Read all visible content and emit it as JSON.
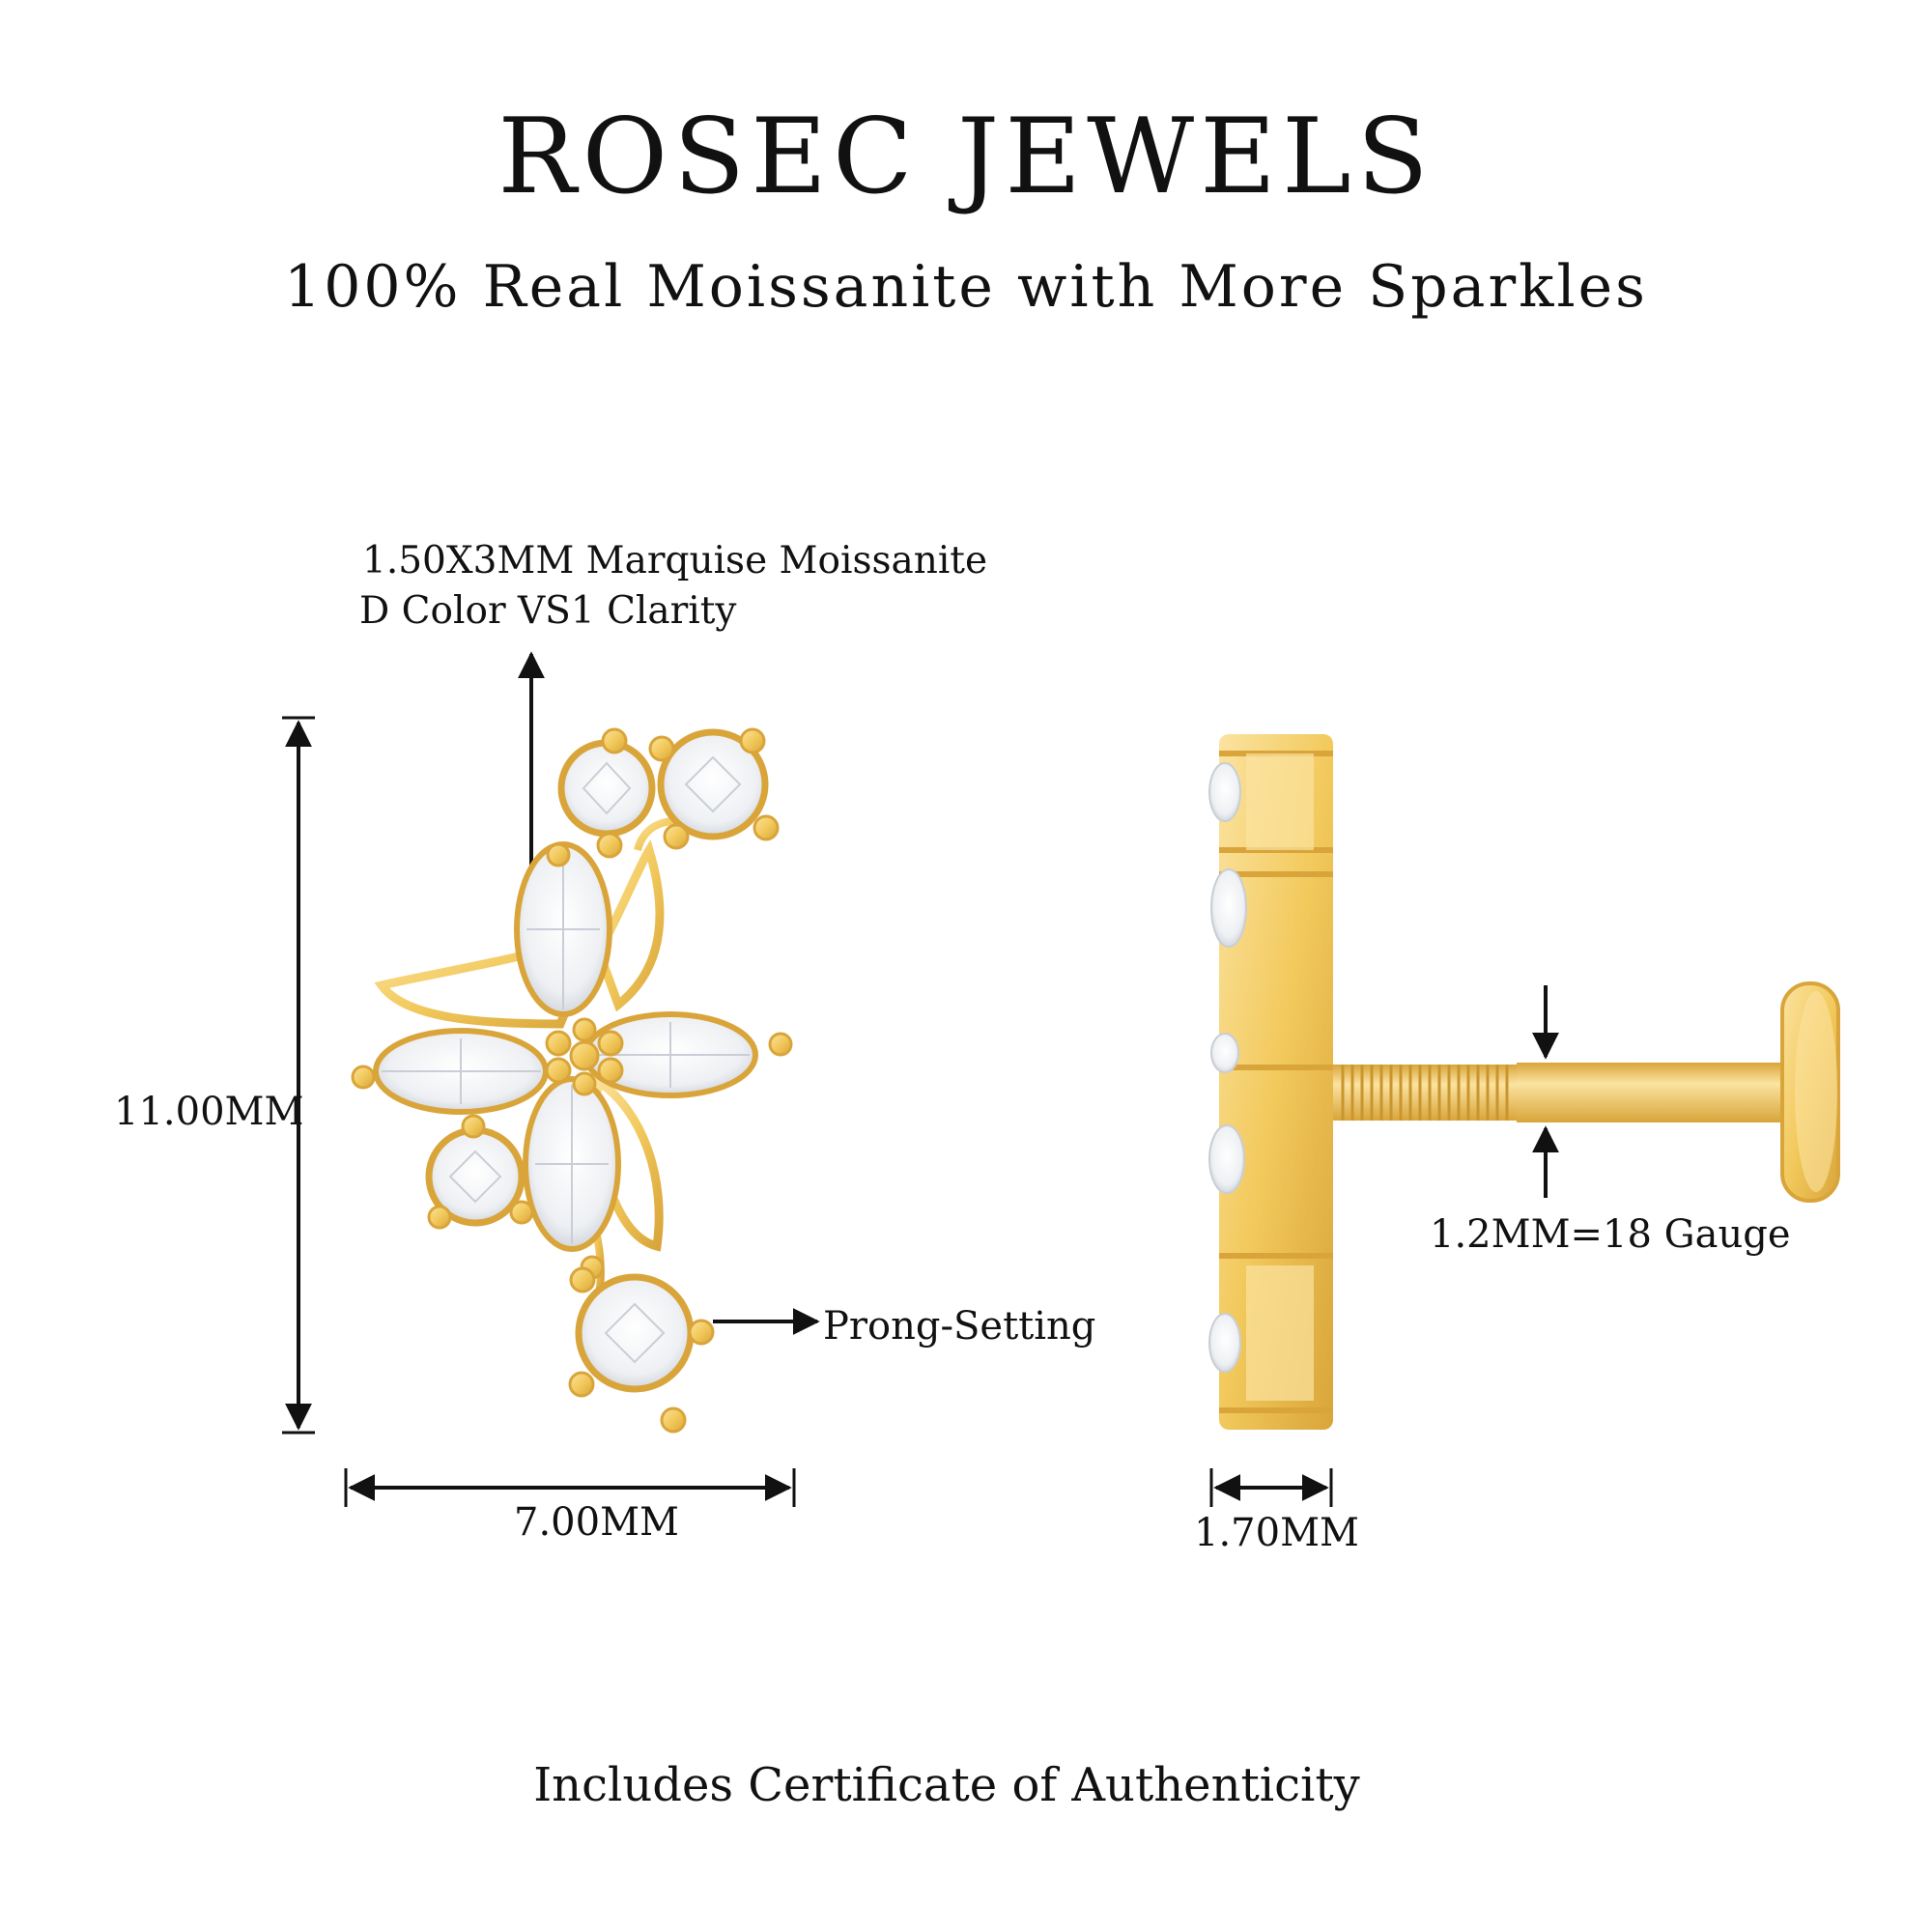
{
  "header": {
    "brand": "ROSEC JEWELS",
    "tagline": "100% Real Moissanite with More Sparkles"
  },
  "front_view": {
    "stone_spec_line1": "1.50X3MM Marquise Moissanite",
    "stone_spec_line2": "D Color VS1 Clarity",
    "height_label": "11.00MM",
    "width_label": "7.00MM",
    "setting_label": "Prong-Setting"
  },
  "side_view": {
    "depth_label": "1.70MM",
    "gauge_label": "1.2MM=18 Gauge"
  },
  "footer": {
    "note": "Includes Certificate of Authenticity"
  },
  "colors": {
    "gold": "#f2c95c",
    "gold_dark": "#d9a53a",
    "gold_light": "#fbe3a0",
    "stone": "#f4f6f8",
    "stone_shade": "#c9ced6",
    "ink": "#111111"
  }
}
